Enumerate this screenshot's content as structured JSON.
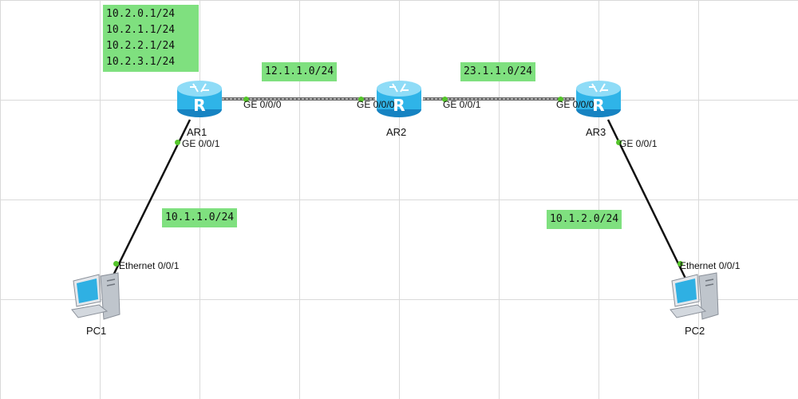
{
  "routers": [
    {
      "name": "AR1",
      "icon": "router-icon"
    },
    {
      "name": "AR2",
      "icon": "router-icon"
    },
    {
      "name": "AR3",
      "icon": "router-icon"
    }
  ],
  "pcs": [
    {
      "name": "PC1",
      "icon": "pc-icon"
    },
    {
      "name": "PC2",
      "icon": "pc-icon"
    }
  ],
  "notes": {
    "ar1_loopbacks": [
      "10.2.0.1/24",
      "10.2.1.1/24",
      "10.2.2.1/24",
      "10.2.3.1/24"
    ],
    "net_ar1_ar2": "12.1.1.0/24",
    "net_ar2_ar3": "23.1.1.0/24",
    "net_ar1_pc1": "10.1.1.0/24",
    "net_ar3_pc2": "10.1.2.0/24"
  },
  "interfaces": {
    "ar1_ar2_side": "GE 0/0/0",
    "ar2_ar1_side": "GE 0/0/0",
    "ar2_ar3_side": "GE 0/0/1",
    "ar3_ar2_side": "GE 0/0/0",
    "ar1_pc1_side": "GE 0/0/1",
    "ar3_pc2_side": "GE 0/0/1",
    "pc1_port": "Ethernet 0/0/1",
    "pc2_port": "Ethernet 0/0/1"
  },
  "colors": {
    "note_bg": "#7fe07f",
    "port_dot": "#55c52b",
    "router_body": "#2fb4e8"
  }
}
